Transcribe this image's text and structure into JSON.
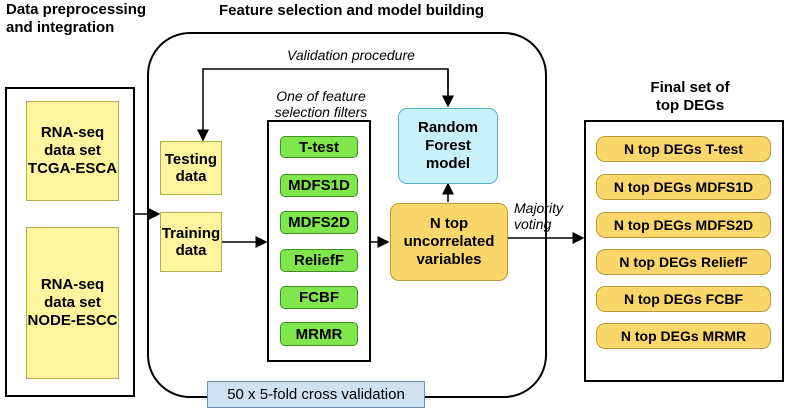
{
  "headers": {
    "preprocessing": "Data preprocessing\nand integration",
    "feature_selection": "Feature selection and model building",
    "final_set": "Final set of\ntop DEGs"
  },
  "labels": {
    "validation_procedure": "Validation procedure",
    "filters_title": "One of feature\nselection  filters",
    "majority_voting": "Majority\nvoting",
    "cross_validation": "50 x  5-fold cross validation"
  },
  "datasets": [
    "RNA-seq\ndata set\nTCGA-ESCA",
    "RNA-seq\ndata set\nNODE-ESCC"
  ],
  "testing_data": "Testing\ndata",
  "training_data": "Training\ndata",
  "filters": [
    "T-test",
    "MDFS1D",
    "MDFS2D",
    "ReliefF",
    "FCBF",
    "MRMR"
  ],
  "n_top": "N top\nuncorrelated\nvariables",
  "random_forest": "Random\nForest\nmodel",
  "final_degs": [
    "N top DEGs T-test",
    "N top DEGs MDFS1D",
    "N top DEGs MDFS2D",
    "N top DEGs ReliefF",
    "N top DEGs FCBF",
    "N top DEGs MRMR"
  ],
  "colors": {
    "yellow_box": "#fef59e",
    "green_box": "#7fe64c",
    "orange_box": "#fbd66a",
    "cyan_box": "#c8f0f8",
    "cv_box": "#cfe2f2"
  }
}
